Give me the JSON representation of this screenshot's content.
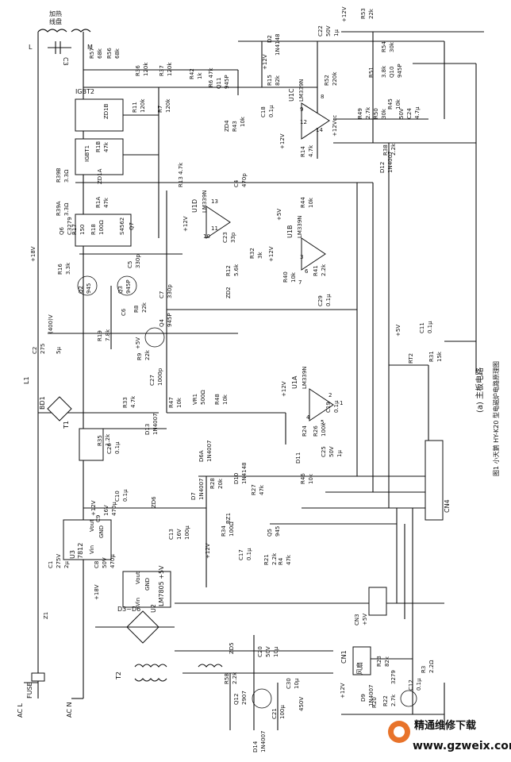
{
  "figure": {
    "caption": "图1 小天鹅 HY-K20 型电磁炉电路原理图",
    "subcaption": "(a) 主板电路"
  },
  "watermark": {
    "brand": "精通维修下载",
    "url": "www.gzweix.com"
  },
  "top": {
    "coil": "加热\n线盘",
    "L": "L",
    "M": "M",
    "C3": "C3",
    "R57": "R57",
    "R57v": "68k",
    "R56": "R56",
    "R56v": "68k",
    "R36": "R36",
    "R36v": "120k",
    "R37": "R37",
    "R37v": "120k",
    "R42": "R42",
    "R42v": "1k",
    "R6": "R6 47k",
    "Q11": "Q11",
    "Q11v": "945P",
    "R15": "R15",
    "R15v": "82k",
    "D2": "D2",
    "D2v": "1N4148",
    "C22": "C22",
    "C22a": "50V",
    "C22b": "1μ",
    "p12a": "+12V",
    "R53": "R53",
    "R53v": "22k",
    "R54": "R54",
    "R54v": "30k",
    "R51": "R51",
    "R51v": "3.8k",
    "Q10": "Q10",
    "Q10v": "945P",
    "R52": "R52",
    "R52v": "220k"
  },
  "mid": {
    "IGBT2": "IGBT2",
    "ZD1B": "ZD1B",
    "IGBT1": "IGBT1",
    "R1B": "R1B",
    "R1Bv": "47k",
    "R11": "R11",
    "R11v": "120k",
    "R7": "R7",
    "R7v": "120k",
    "ZD4": "ZD4",
    "R43": "R43",
    "R43v": "10k",
    "C18": "C18",
    "C18v": "0.1μ",
    "U1C": "U1C",
    "U1Cv": "LM339N",
    "n8": "8",
    "n9": "9",
    "n12": "12",
    "n14": "14",
    "p12b": "+12V",
    "R14": "R14",
    "R14v": "4.7k",
    "p12c": "+12V",
    "Vcc": "+12Vcc",
    "R49": "R49",
    "R49v": "2.7k",
    "R50": "R50",
    "R50v": "30k",
    "R45": "R45",
    "R45v": "10k",
    "C24": "C24",
    "C24a": "50V",
    "C24b": "4.7μ",
    "R38": "R38",
    "R38v": "2.2k",
    "D12": "D12",
    "D12v": "1N4007",
    "R39B": "R39B",
    "R39Bv": "3.3Ω",
    "ZD1A": "ZD1A",
    "R1A": "R1A",
    "R1Av": "47k",
    "R13": "R13 4.7k",
    "C4": "C4",
    "C4v": "470p",
    "U1D": "U1D",
    "U1Dv": "LM339N",
    "n13": "13",
    "n11": "11",
    "n10": "10",
    "p12d": "+12V",
    "C23": "C23",
    "C23v": "33p",
    "R32": "R32",
    "R32v": "3k",
    "R12": "R12",
    "R12v": "5.6k",
    "ZD2": "ZD2",
    "p5a": "+5V",
    "R44": "R44",
    "R44v": "10k",
    "U1B": "U1B",
    "U1Bv": "LM339N",
    "n3": "3",
    "n6": "6",
    "n7": "7",
    "p12e": "+12V",
    "R40": "R40",
    "R40v": "10k",
    "R41": "R41",
    "R41v": "2.2k",
    "C29": "C29",
    "C29v": "0.1μ",
    "R39A": "R39A",
    "R39Av": "3.3Ω",
    "R17": "R17",
    "R17v": "150",
    "R18": "R18",
    "R18v": "100Ω",
    "Q6": "Q6",
    "Q6v": "C3279",
    "Q7": "Q7",
    "Q7v": "S4562",
    "p18a": "+18V",
    "R16": "R16",
    "R16v": "3.3k",
    "Q2": "Q2",
    "Q2v": "945",
    "Q3": "Q3",
    "Q3v": "945P",
    "C5": "C5",
    "C5v": "330p",
    "R8": "R8",
    "R8v": "22k",
    "C6": "C6",
    "C7": "C7",
    "C7v": "330p",
    "Q4": "Q4",
    "Q4v": "945P",
    "R19": "R19",
    "R19v": "7.8k",
    "p5b": "+5V",
    "R9": "R9",
    "R9v": "22k",
    "C2": "C2",
    "C2a": "275",
    "C2b": "(400)V",
    "C2c": "5μ",
    "p5c": "+5V",
    "C11": "C11",
    "C11v": "0.1μ",
    "RT2": "RT2",
    "R31": "R31",
    "R31v": "15k"
  },
  "lower": {
    "L1": "L1",
    "BD1": "BD1",
    "C27": "C27",
    "C27v": "1000p",
    "R33": "R33",
    "R33v": "4.7k",
    "R47": "R47",
    "R47v": "10k",
    "VR1": "VR1",
    "VR1v": "500Ω",
    "R48": "R48",
    "R48v": "10k",
    "p12f": "+12V",
    "U1A": "U1A",
    "U1Av": "LM339N",
    "n2": "2",
    "n1": "1",
    "n4": "4",
    "n5": "5",
    "C19": "C19",
    "C19v": "0.1μ",
    "T1": "T1",
    "R35": "R35",
    "R35v": "1.2k",
    "C26": "C26",
    "C26v": "0.1μ",
    "D13": "D13",
    "D13v": "1N4007",
    "R24": "R24",
    "R26": "R26",
    "R26v": "100k",
    "C25": "C25",
    "C25a": "50V",
    "C25b": "1μ",
    "D11": "D11",
    "R46": "R46",
    "R46v": "10k",
    "D6A": "D6A",
    "D6Av": "1N4007",
    "ZD6": "ZD6",
    "D7": "D7",
    "D7v": "1N4007",
    "R28": "R28",
    "R28v": "20k",
    "D10": "D10",
    "D10v": "1N4148",
    "R27": "R27",
    "R27v": "47k",
    "BZ1": "BZ1",
    "R34": "R34",
    "R34v": "100Ω",
    "Q5": "Q5",
    "Q5v": "945",
    "p12g": "+12V",
    "C17": "C17",
    "C17v": "0.1μ",
    "R21": "R21",
    "R21v": "2.2k",
    "R4": "R4",
    "R4v": "47k",
    "p12h": "+12V",
    "U3": "U3",
    "U3v": "7812",
    "U3in": "Vin",
    "U3out": "Vout",
    "U3gnd": "GND",
    "C9": "C9",
    "C9a": "16V",
    "C9b": "470μ",
    "C10": "C10",
    "C10v": "0.1μ",
    "C8": "C8",
    "C8a": "50V",
    "C8b": "470μ",
    "U2": "U2",
    "U2v": "LM7805 +5V",
    "U2in": "Vin",
    "U2out": "Vout",
    "U2gnd": "GND",
    "C13": "C13",
    "C13a": "16V",
    "C13b": "100μ",
    "C1": "C1",
    "C1a": "275V",
    "C1b": "2μ",
    "Z1": "Z1",
    "p18b": "+18V",
    "D3D6": "D3~D6",
    "CN3": "CN3",
    "CN3v": "+5V",
    "CN4": "CN4",
    "CN1": "CN1",
    "fan": "风扇",
    "R23": "R23",
    "R23v": "82k",
    "T2": "T2",
    "ZD5": "ZD5",
    "C20": "C20",
    "C20a": "50V",
    "C20b": "10μ",
    "R58": "R58",
    "R58v": "2.2k",
    "Q12": "Q12",
    "Q12v": "2907",
    "C30": "C30",
    "C30v": "10μ",
    "C21": "C21",
    "C21v": "100μ",
    "C21b": "450V",
    "p12i": "+12V",
    "Q8": "3279",
    "R20": "R20",
    "R22": "R22",
    "R22v": "2.7k",
    "C12": "C12",
    "C12v": "0.1μ",
    "R3": "R3",
    "R3v": "2.2Ω",
    "D9": "D9",
    "D9v": "1N4007",
    "D14": "D14",
    "D14v": "1N4007",
    "FUSE": "FUSE",
    "ACL": "AC L",
    "ACN": "AC N"
  }
}
